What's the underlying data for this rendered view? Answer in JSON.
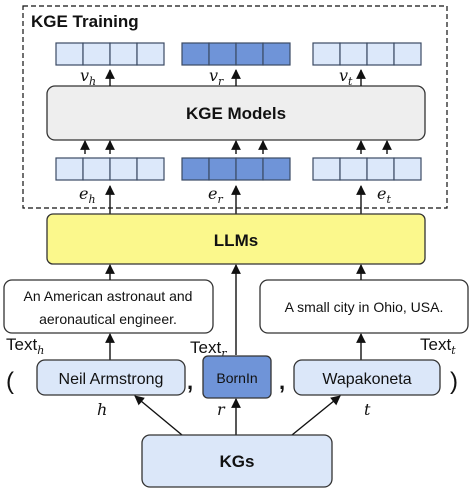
{
  "section": {
    "title": "KGE Training"
  },
  "vectors": {
    "top": [
      "v_h",
      "v_r",
      "v_t"
    ],
    "bottom": [
      "e_h",
      "e_r",
      "e_t"
    ]
  },
  "kge_models": {
    "label": "KGE Models"
  },
  "llms": {
    "label": "LLMs"
  },
  "descriptions": {
    "head_line1": "An American astronaut and",
    "head_line2": "aeronautical engineer.",
    "tail": "A small city in Ohio, USA."
  },
  "text_labels": {
    "base": "Text",
    "subs": [
      "h",
      "r",
      "t"
    ]
  },
  "triple": {
    "open_paren": "(",
    "head": "Neil Armstrong",
    "comma1": ",",
    "relation": "BornIn",
    "comma2": ",",
    "tail": "Wapakoneta",
    "close_paren": ")",
    "vars": [
      "h",
      "r",
      "t"
    ]
  },
  "kgs": {
    "label": "KGs"
  },
  "colors": {
    "light_blue": "#dce8fa",
    "mid_blue": "#6f94d8",
    "box_blue": "#dbe7f9",
    "yellow": "#fbf88c",
    "gray": "#eeeeee",
    "stroke": "#3b4a63"
  }
}
